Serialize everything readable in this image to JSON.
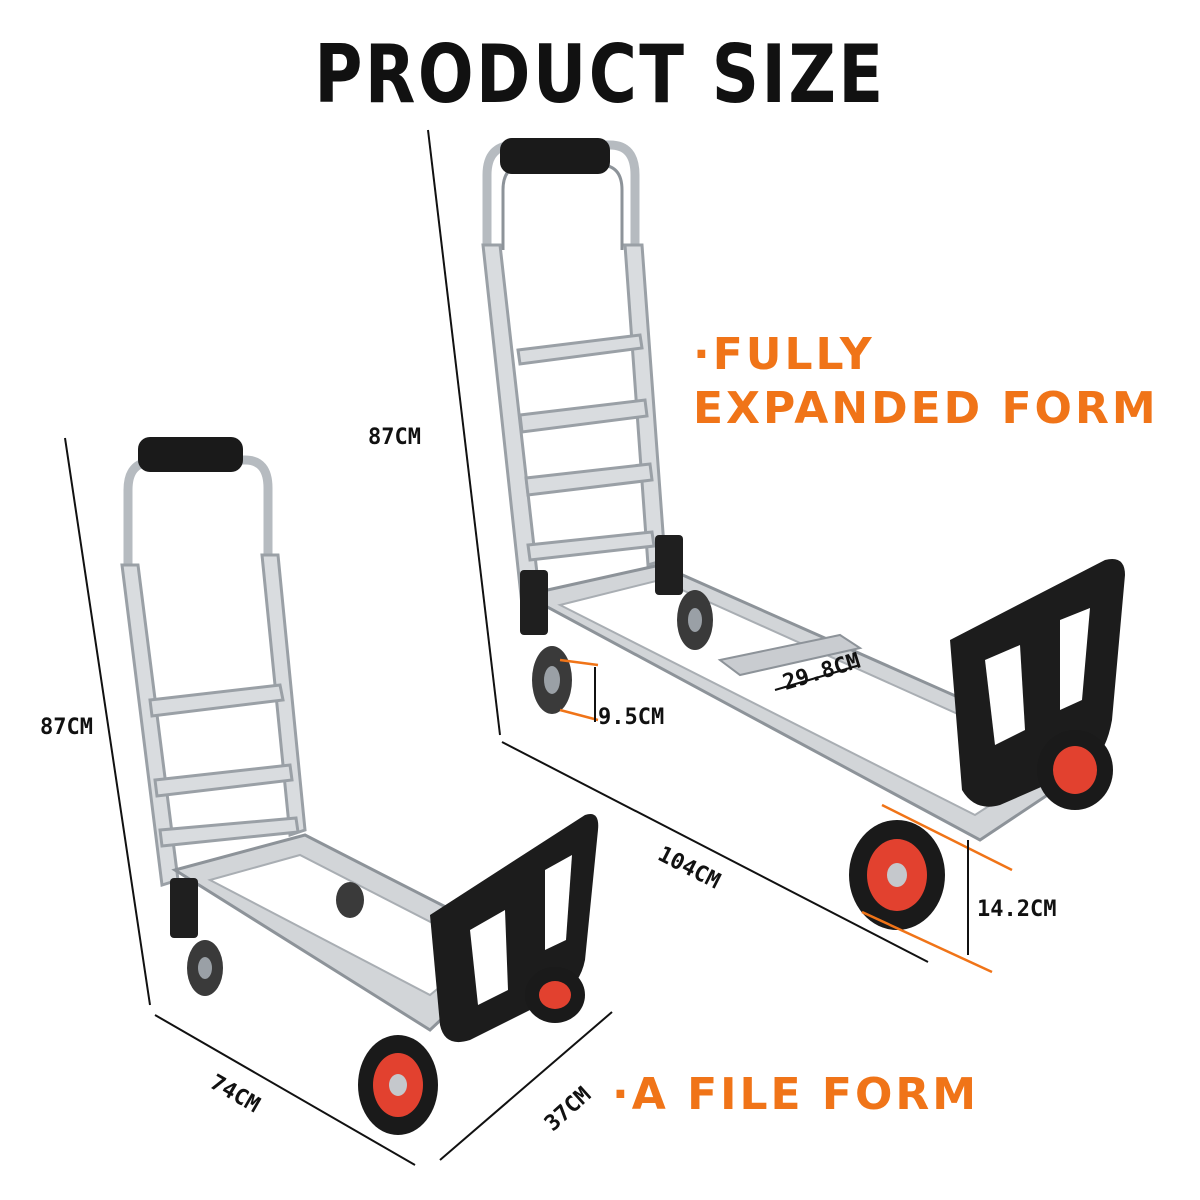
{
  "title": "PRODUCT SIZE",
  "accent_color": "#f07418",
  "forms": {
    "expanded": {
      "label_line1": "·FULLY",
      "label_line2": "EXPANDED FORM",
      "dims": {
        "height": "87CM",
        "length": "104CM",
        "plate_width": "29.8CM",
        "small_wheel": "9.5CM",
        "large_wheel": "14.2CM"
      }
    },
    "folded": {
      "label": "·A FILE FORM",
      "dims": {
        "height": "87CM",
        "length": "74CM",
        "width": "37CM"
      }
    }
  },
  "icons": [
    "hand-truck-folded",
    "hand-truck-expanded"
  ]
}
